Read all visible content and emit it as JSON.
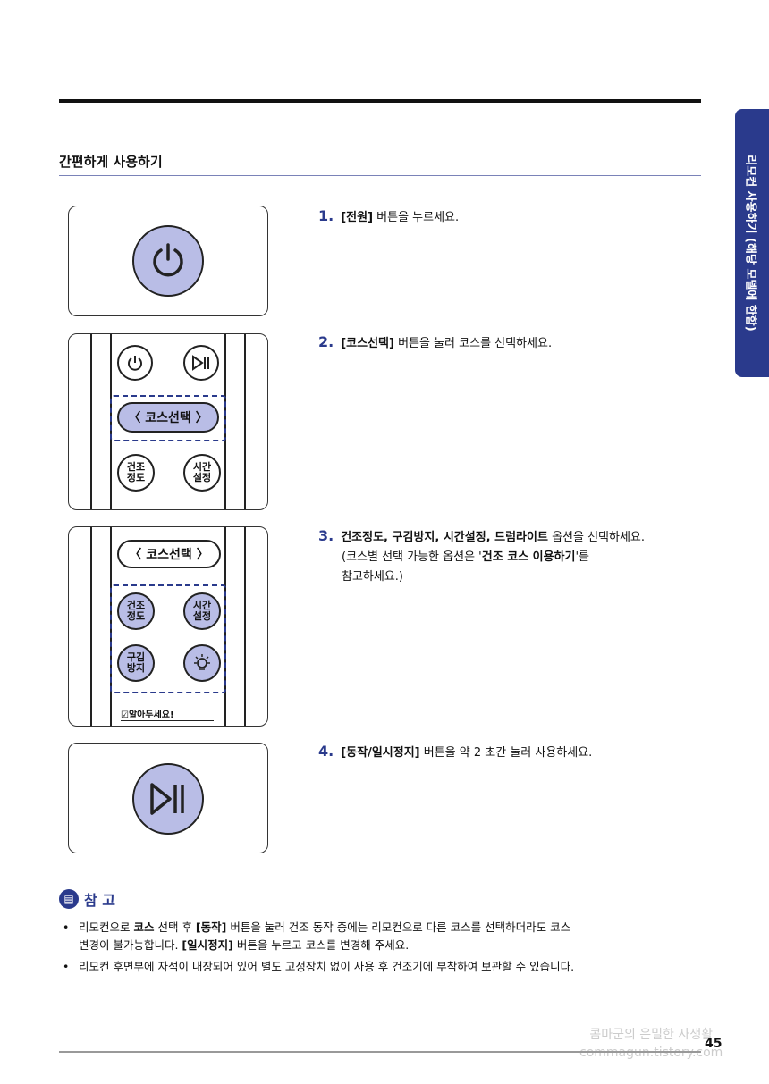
{
  "side_tab": "리모컨 사용하기 (해당 모델에 한함)",
  "section_title": "간편하게 사용하기",
  "steps": [
    {
      "num": "1.",
      "pre": "",
      "bold": "[전원]",
      "post": " 버튼을 누르세요."
    },
    {
      "num": "2.",
      "pre": "",
      "bold": "[코스선택]",
      "post": " 버튼을 눌러 코스를 선택하세요."
    },
    {
      "num": "3.",
      "bold_a": "건조정도, 구김방지, 시간설정, 드럼라이트",
      "post_a": " 옵션을 선택하세요.",
      "line2_pre": "(코스별 선택 가능한 옵션은 '",
      "line2_bold": "건조 코스 이용하기",
      "line2_post": "'를",
      "line3": "참고하세요.)"
    },
    {
      "num": "4.",
      "bold": "[동작/일시정지]",
      "post": " 버튼을 약 2 초간 눌러 사용하세요."
    }
  ],
  "remote": {
    "course_label": "〈 코스선택 〉",
    "dry_level": [
      "건조",
      "정도"
    ],
    "time_set": [
      "시간",
      "설정"
    ],
    "wrinkle": [
      "구김",
      "방지"
    ],
    "memo": "☑알아두세요!"
  },
  "note": {
    "title": "참 고",
    "b1_a": "리모컨으로 ",
    "b1_b": "코스",
    "b1_c": " 선택 후 ",
    "b1_d": "[동작]",
    "b1_e": " 버튼을 눌러 건조 동작 중에는 리모컨으로 다른 코스를 선택하더라도 코스",
    "b1_f": "변경이 불가능합니다. ",
    "b1_g": "[일시정지]",
    "b1_h": " 버튼을 누르고 코스를 변경해 주세요.",
    "b2": "리모컨 후면부에 자석이 내장되어 있어 별도 고정장치 없이 사용 후 건조기에 부착하여 보관할 수 있습니다."
  },
  "page_number": "45",
  "watermark": [
    "콤마군의 은밀한 사생활",
    "commagun.tistory.com"
  ]
}
